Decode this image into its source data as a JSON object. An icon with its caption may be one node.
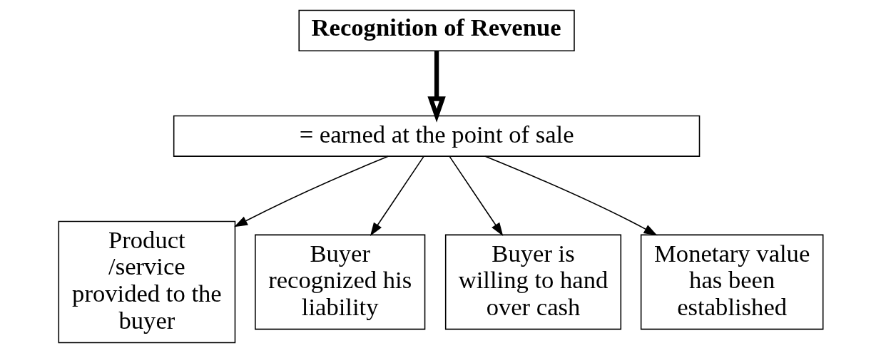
{
  "diagram": {
    "nodes": [
      {
        "text": [
          "Recognition of Revenue"
        ]
      },
      {
        "text": [
          "= earned at the point of sale"
        ]
      },
      {
        "text": [
          "Product /service provided to the buyer"
        ]
      },
      {
        "text": [
          "Buyer recognized his liability"
        ]
      },
      {
        "text": [
          "Buyer is willing to hand over cash"
        ]
      },
      {
        "text": [
          "Monetary value has been established"
        ]
      }
    ],
    "edges": [
      {
        "from": 0,
        "to": 1,
        "arrow": "to",
        "style": "thick"
      },
      {
        "from": 1,
        "to": 2,
        "arrow": "to"
      },
      {
        "from": 1,
        "to": 3,
        "arrow": "to"
      },
      {
        "from": 1,
        "to": 4,
        "arrow": "to"
      },
      {
        "from": 1,
        "to": 5,
        "arrow": "to"
      }
    ]
  }
}
